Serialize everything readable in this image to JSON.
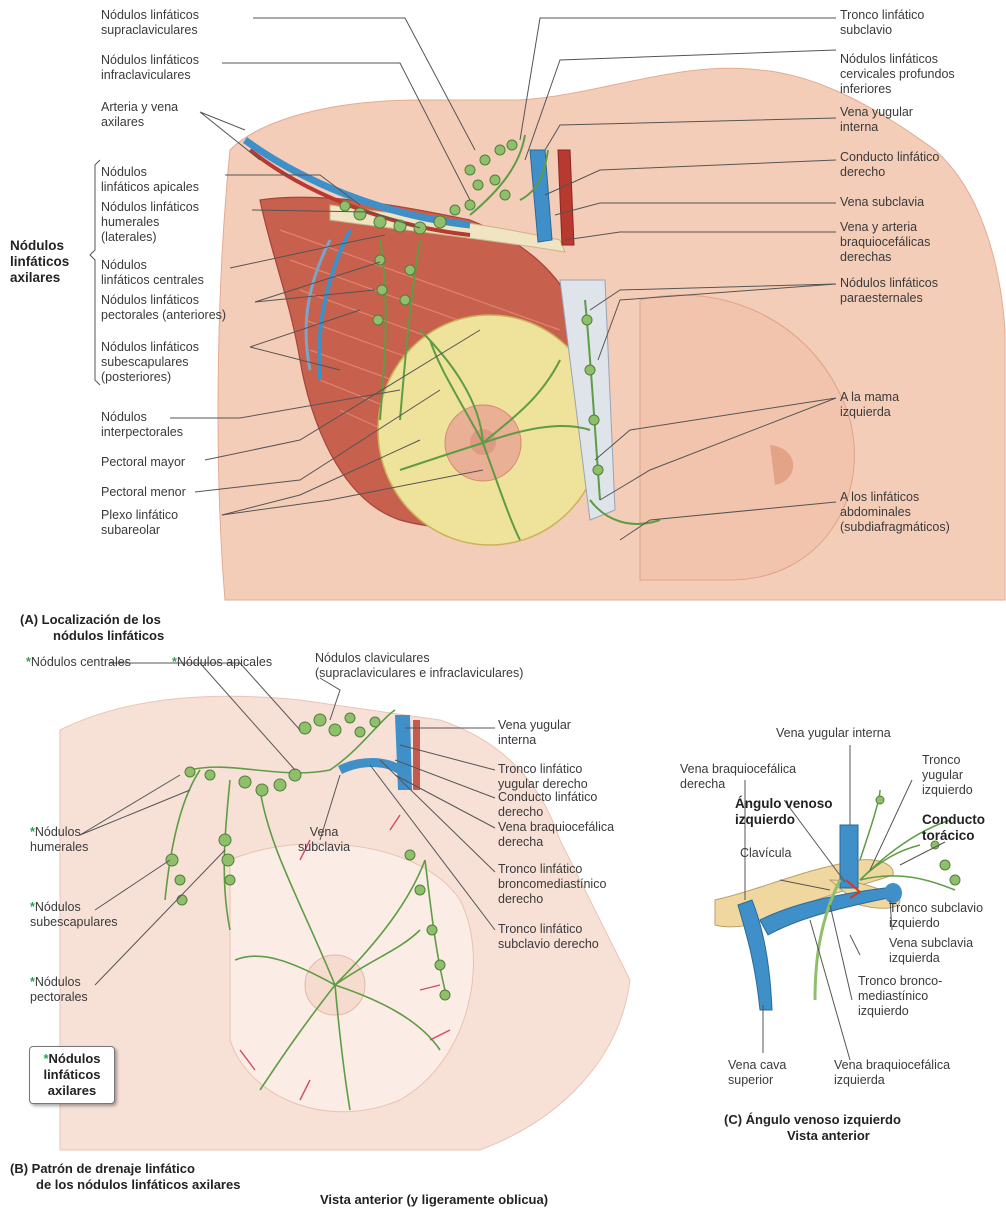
{
  "panel_a": {
    "caption_line1": "(A) Localización de los",
    "caption_line2": "nódulos linfáticos",
    "group_label": "Nódulos\nlinfáticos\naxilares",
    "left_labels": [
      "Nódulos linfáticos\nsupraclaviculares",
      "Nódulos linfáticos\ninfraclaviculares",
      "Arteria y vena\naxilares",
      "Nódulos\nlinfáticos apicales",
      "Nódulos linfáticos\nhumerales\n(laterales)",
      "Nódulos\nlinfáticos centrales",
      "Nódulos linfáticos\npectorales (anteriores)",
      "Nódulos linfáticos\nsubescapulares\n(posteriores)",
      "Nódulos\ninterpectorales",
      "Pectoral mayor",
      "Pectoral menor",
      "Plexo linfático\nsubareolar"
    ],
    "right_labels": [
      "Tronco linfático\nsubclavio",
      "Nódulos linfáticos\ncervicales profundos\ninferiores",
      "Vena yugular\ninterna",
      "Conducto linfático\nderecho",
      "Vena subclavia",
      "Vena y arteria\nbraquiocefálicas\nderechas",
      "Nódulos linfáticos\nparaesternales",
      "A la mama\nizquierda",
      "A los linfáticos\nabdominales\n(subdiafragmáticos)"
    ]
  },
  "panel_b": {
    "caption_line1": "(B) Patrón de drenaje linfático",
    "caption_line2": "de los nódulos linfáticos axilares",
    "marker": "*",
    "top_labels": [
      "Nódulos centrales",
      "Nódulos apicales",
      "Nódulos claviculares\n(supraclaviculares e infraclaviculares)"
    ],
    "left_labels": [
      "Nódulos\nhumerales",
      "Nódulos\nsubescapulares",
      "Nódulos\npectorales"
    ],
    "inner_label": "Vena\nsubclavia",
    "right_labels": [
      "Vena yugular\ninterna",
      "Tronco linfático\nyugular derecho",
      "Conducto linfático\nderecho",
      "Vena braquiocefálica\nderecha",
      "Tronco linfático\nbroncomediastínico\nderecho",
      "Tronco linfático\nsubclavio derecho"
    ],
    "box_label": "Nódulos\nlinfáticos\naxilares"
  },
  "panel_c": {
    "caption_line1": "(C) Ángulo venoso izquierdo",
    "caption_line2": "Vista anterior",
    "labels": {
      "vena_yugular": "Vena yugular interna",
      "vena_braquio_der": "Vena braquiocefálica\nderecha",
      "angulo": "Ángulo venoso\nizquierdo",
      "clavicula": "Clavícula",
      "tronco_yugular": "Tronco\nyugular\nizquierdo",
      "conducto_toracico": "Conducto\ntorácico",
      "tronco_subclavio": "Tronco subclavio\nizquierdo",
      "vena_subclavia": "Vena subclavia\nizquierda",
      "tronco_bronco": "Tronco bronco-\nmediastínico\nizquierdo",
      "vena_cava": "Vena cava\nsuperior",
      "vena_braquio_izq": "Vena braquiocefálica\nizquierda"
    }
  },
  "footer": "Vista anterior (y ligeramente oblicua)",
  "colors": {
    "node": "#8fbf6a",
    "vessel": "#3f8fc8",
    "artery": "#b7392f",
    "skin": "#f3c9b4",
    "breast": "#efe19a",
    "muscle": "#c8604e"
  }
}
